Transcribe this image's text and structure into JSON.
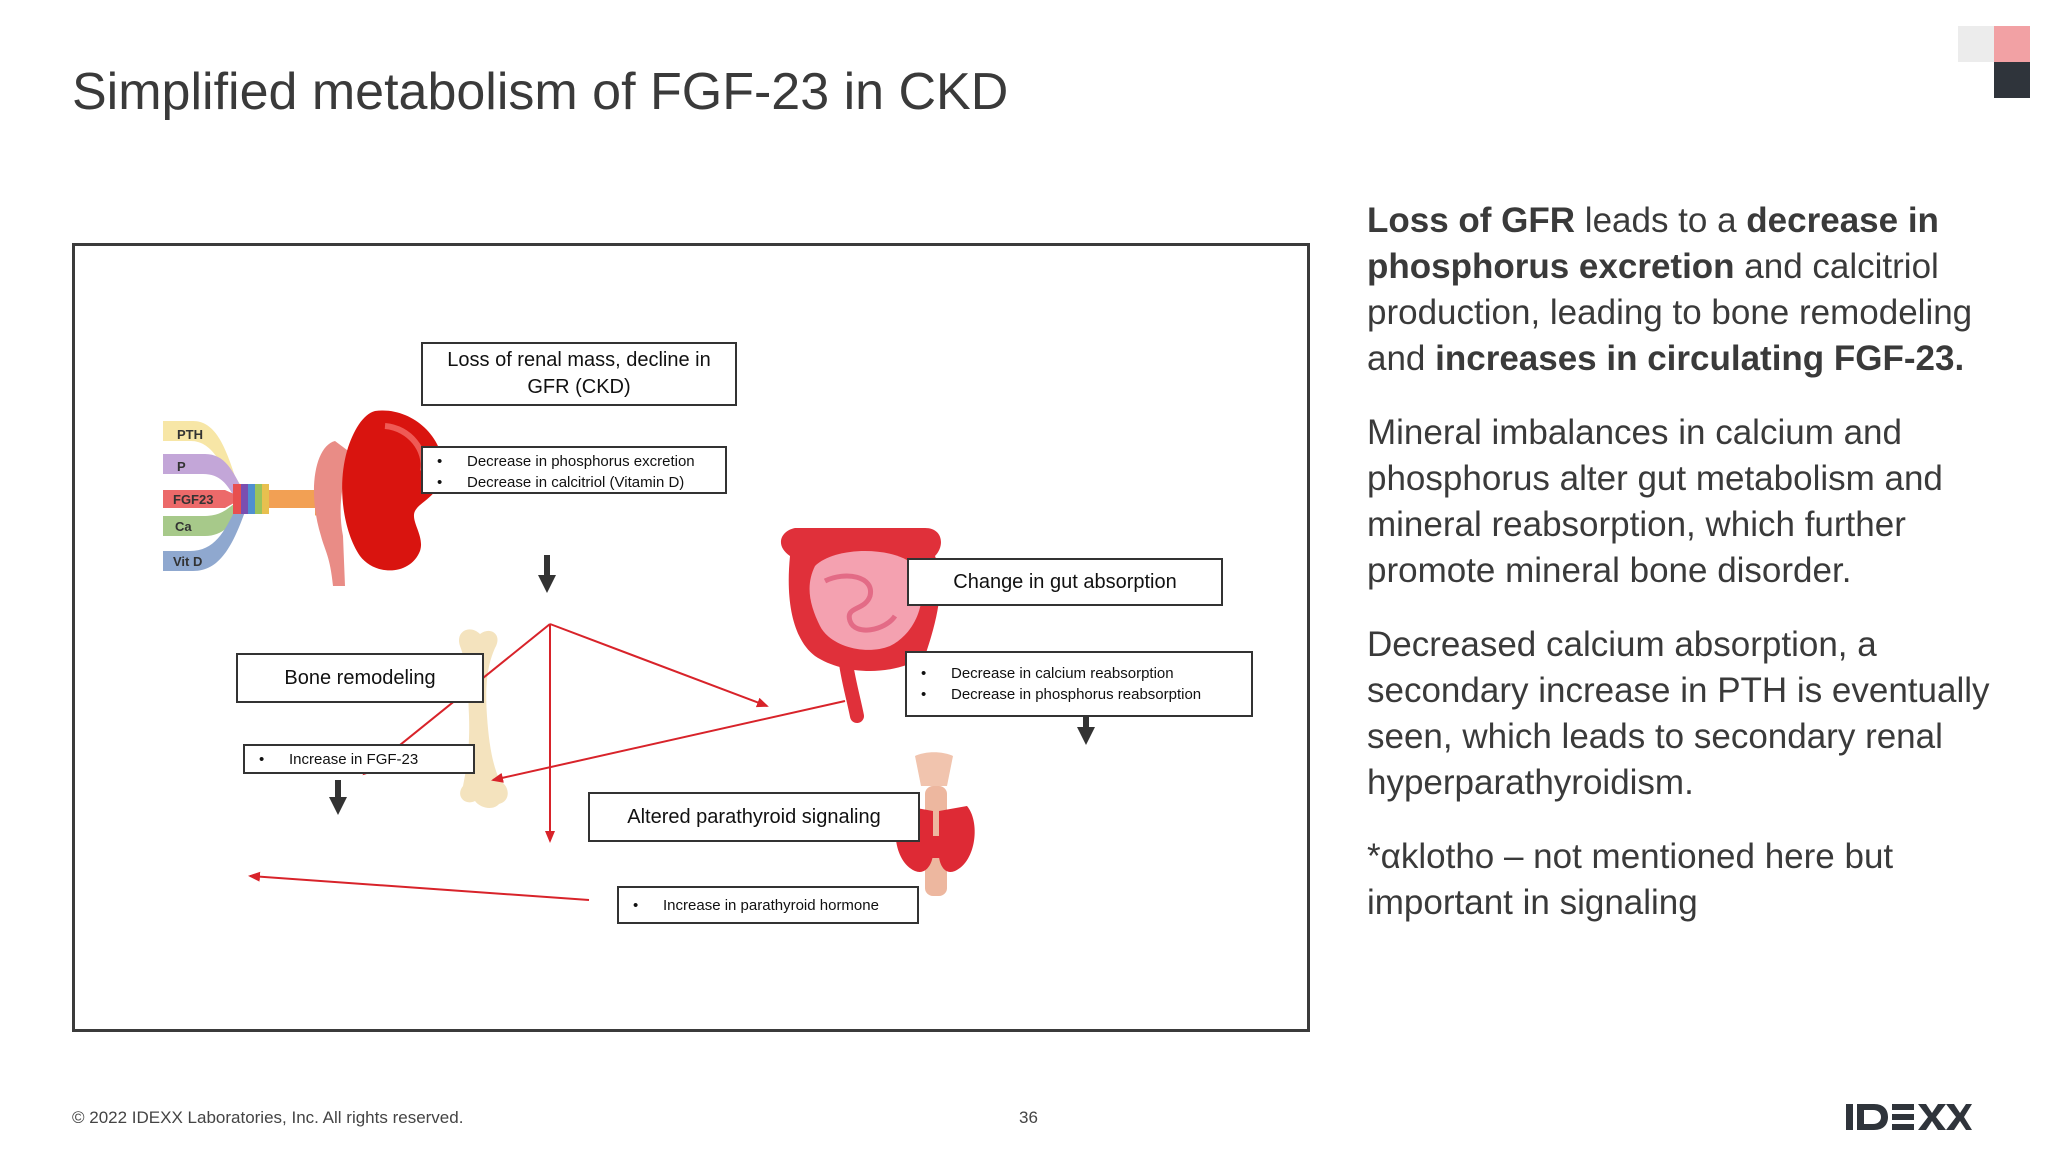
{
  "slide": {
    "title": "Simplified metabolism of FGF-23 in CKD",
    "page_number": "36",
    "copyright": "© 2022 IDEXX Laboratories, Inc. All rights reserved.",
    "logo_text": "IDEXX"
  },
  "diagram": {
    "top_box": "Loss of renal mass, decline in GFR (CKD)",
    "kidney_effects": [
      "Decrease in phosphorus excretion",
      "Decrease in calcitriol (Vitamin D)"
    ],
    "gut_box": "Change in gut absorption",
    "gut_effects": [
      "Decrease in calcium reabsorption",
      "Decrease in phosphorus reabsorption"
    ],
    "bone_box": "Bone remodeling",
    "bone_effects": [
      "Increase in FGF-23"
    ],
    "parathyroid_box": "Altered parathyroid signaling",
    "parathyroid_effects": [
      "Increase in parathyroid hormone"
    ],
    "legend_ribbons": [
      {
        "label": "PTH",
        "color": "#f7e6a6"
      },
      {
        "label": "P",
        "color": "#c3a6d8"
      },
      {
        "label": "FGF23",
        "color": "#ec6a6a"
      },
      {
        "label": "Ca",
        "color": "#a7c98a"
      },
      {
        "label": "Vit D",
        "color": "#8fa8cf"
      }
    ],
    "arrow_color": "#d8232a"
  },
  "text_panel": {
    "p1": [
      {
        "text": "Loss of GFR",
        "bold": true
      },
      {
        "text": " leads to a ",
        "bold": false
      },
      {
        "text": "decrease in phosphorus excretion",
        "bold": true
      },
      {
        "text": " and calcitriol production, leading to bone remodeling and ",
        "bold": false
      },
      {
        "text": "increases in circulating FGF-23.",
        "bold": true
      }
    ],
    "p2": "Mineral imbalances in calcium and phosphorus alter gut metabolism and mineral reabsorption, which further promote mineral bone disorder.",
    "p3": "Decreased calcium absorption, a secondary increase in PTH is eventually seen, which leads to secondary renal hyperparathyroidism.",
    "p4": "*αklotho – not mentioned here but important in signaling"
  }
}
